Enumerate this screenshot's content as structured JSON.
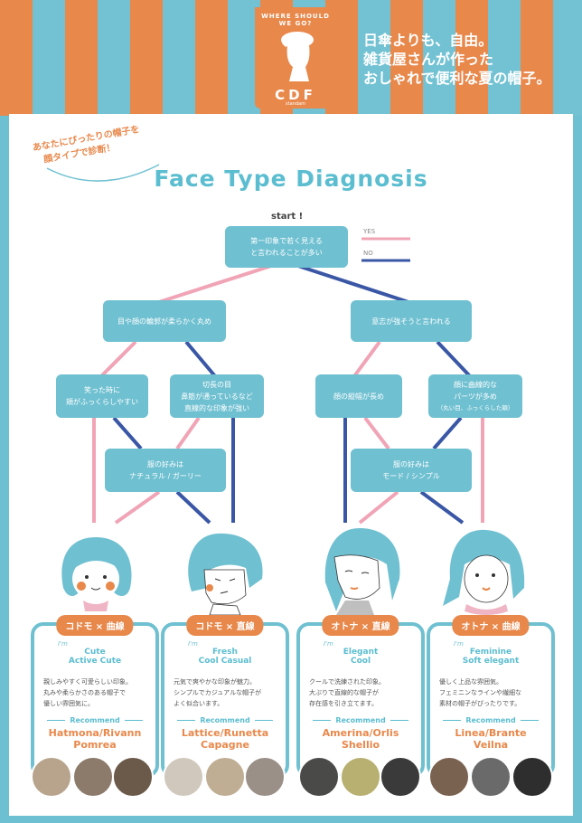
{
  "header": {
    "logo_top": "WHERE SHOULD WE GO?",
    "brand": "CDF",
    "brand_sub": "standam",
    "tagline": [
      "日傘よりも、自由。",
      "雑貨屋さんが作った",
      "おしゃれで便利な夏の帽子。"
    ]
  },
  "callout": [
    "あなたにぴったりの帽子を",
    "顔タイプで診断！"
  ],
  "title": "Face Type Diagnosis",
  "start": "start !",
  "legend": {
    "yes": "YES",
    "no": "NO",
    "yes_color": "#f0a4b6",
    "no_color": "#3a57a6"
  },
  "nodes": {
    "root": [
      "第一印象で若く見える",
      "と言われることが多い"
    ],
    "left": [
      "目や顔の輪郭が柔らかく丸め"
    ],
    "right": [
      "意志が強そうと言われる"
    ],
    "ll": [
      "笑った時に",
      "頬がふっくらしやすい"
    ],
    "lr": [
      "切長の目",
      "鼻筋が通っているなど",
      "直線的な印象が強い"
    ],
    "rl": [
      "顔の縦幅が長め"
    ],
    "rr": [
      "顔に曲線的な",
      "パーツが多め",
      "（丸い目、ふっくらした頬）"
    ],
    "lm": [
      "服の好みは",
      "ナチュラル / ガーリー"
    ],
    "rm": [
      "服の好みは",
      "モード / シンプル"
    ]
  },
  "cards": [
    {
      "badge": "コドモ × 曲線",
      "style": [
        "Cute",
        "Active Cute"
      ],
      "desc": [
        "親しみやすく可愛らしい印象。",
        "丸みや柔らかさのある帽子で",
        "優しい雰囲気に。"
      ],
      "names": [
        "Hatmona/Rivann",
        "Pomrea"
      ]
    },
    {
      "badge": "コドモ × 直線",
      "style": [
        "Fresh",
        "Cool Casual"
      ],
      "desc": [
        "元気で爽やかな印象が魅力。",
        "シンプルでカジュアルな帽子が",
        "よく似合います。"
      ],
      "names": [
        "Lattice/Runetta",
        "Capagne"
      ]
    },
    {
      "badge": "オトナ × 直線",
      "style": [
        "Elegant",
        "Cool"
      ],
      "desc": [
        "クールで洗練された印象。",
        "大ぶりで直線的な帽子が",
        "存在感を引き立てます。"
      ],
      "names": [
        "Amerina/Orlis",
        "Shellio"
      ]
    },
    {
      "badge": "オトナ × 曲線",
      "style": [
        "Feminine",
        "Soft elegant"
      ],
      "desc": [
        "優しく上品な雰囲気。",
        "フェミニンなラインや繊細な",
        "素材の帽子がぴったりです。"
      ],
      "names": [
        "Linea/Brante",
        "Veilna"
      ]
    }
  ],
  "im_label": "I'm",
  "recommend": "Recommend",
  "colors": {
    "orange": "#e8884b",
    "teal": "#6fc0d1",
    "pink": "#f0a4b6",
    "navy": "#3a57a6"
  }
}
